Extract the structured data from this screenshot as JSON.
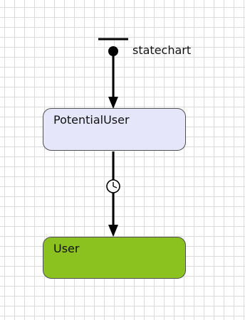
{
  "statechart": {
    "label": "statechart"
  },
  "states": {
    "potential_user": {
      "label": "PotentialUser"
    },
    "user": {
      "label": "User"
    }
  },
  "transition": {
    "trigger_icon": "clock-icon"
  },
  "colors": {
    "potential_user_fill": "#e6e6fa",
    "user_fill": "#8cc21f",
    "border": "#4f4f4f",
    "grid": "#dcdcdc"
  }
}
